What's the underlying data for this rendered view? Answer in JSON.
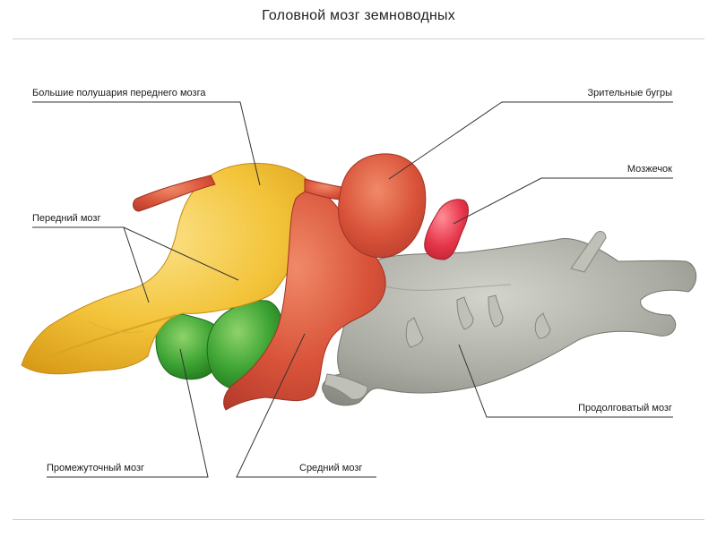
{
  "title": "Головной мозг земноводных",
  "labels": {
    "cerebral_hemispheres": "Большие полушария переднего мозга",
    "forebrain": "Передний мозг",
    "optic_lobes": "Зрительные бугры",
    "cerebellum": "Мозжечок",
    "medulla": "Продолговатый мозг",
    "diencephalon": "Промежуточный мозг",
    "midbrain": "Средний мозг"
  },
  "colors": {
    "forebrain": "#f2c230",
    "diencephalon": "#3ea535",
    "midbrain": "#d9533a",
    "cerebellum": "#e6354a",
    "medulla": "#a9aaa2",
    "leader_lines": "#333333"
  }
}
